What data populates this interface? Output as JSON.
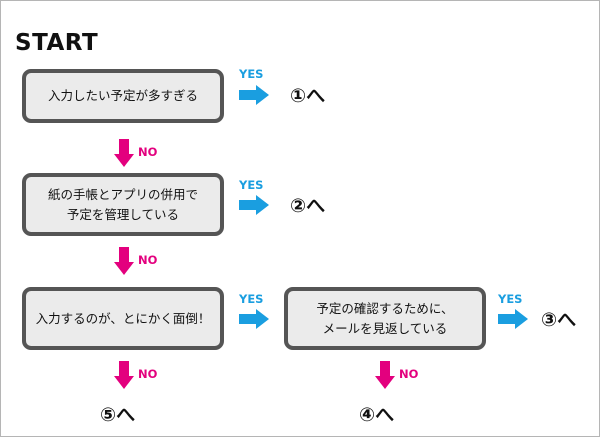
{
  "title": "START",
  "boxes": {
    "q1": "入力したい予定が多すぎる",
    "q2_line1": "紙の手帳とアプリの併用で",
    "q2_line2": "予定を管理している",
    "q3": "入力するのが、とにかく面倒！",
    "q4_line1": "予定の確認するために、",
    "q4_line2": "メールを見返している"
  },
  "labels": {
    "yes": "YES",
    "no": "NO"
  },
  "results": {
    "r1": "①へ",
    "r2": "②へ",
    "r3": "③へ",
    "r4": "④へ",
    "r5": "⑤へ"
  },
  "colors": {
    "yes_arrow": "#1a9ee0",
    "no_arrow": "#e3007e",
    "box_border": "#555555",
    "box_fill": "#ebebeb"
  }
}
